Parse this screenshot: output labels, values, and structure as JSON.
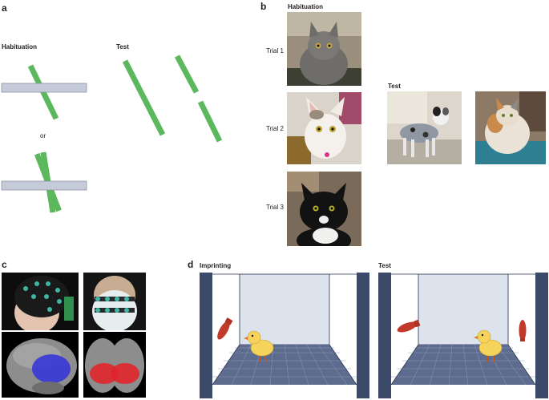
{
  "panel_a": {
    "letter": "a",
    "habituation_label": "Habituation",
    "or_label": "or",
    "test_label": "Test"
  },
  "panel_b": {
    "letter": "b",
    "habituation_label": "Habituation",
    "trials": [
      "Trial 1",
      "Trial 2",
      "Trial 3"
    ],
    "test_label": "Test"
  },
  "panel_c": {
    "letter": "c"
  },
  "panel_d": {
    "letter": "d",
    "imprinting_label": "Imprinting",
    "test_label": "Test"
  },
  "colors": {
    "rod_green": "#5cb85c",
    "occluder": "#c5cbd9",
    "wall_navy": "#3c4a6a",
    "chick_yellow": "#f6d35a",
    "object_red": "#c0392b",
    "brain_blue": "#3a3ad6",
    "brain_red": "#e0262b"
  }
}
